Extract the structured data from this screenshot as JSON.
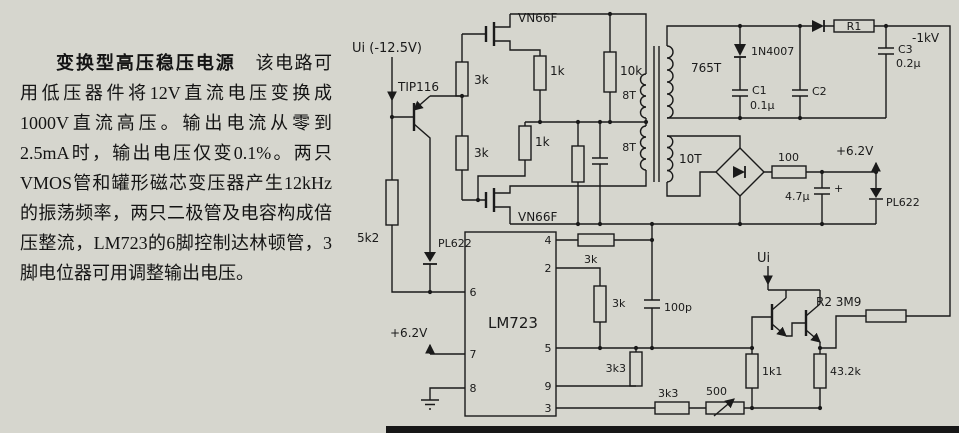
{
  "article": {
    "title": "变换型高压稳压电源",
    "body": "该电路可用低压器件将12V直流电压变换成1000V直流高压。输出电流从零到2.5mA时，输出电压仅变0.1%。两只VMOS管和罐形磁芯变压器产生12kHz的振荡频率，两只二极管及电容构成倍压整流，LM723的6脚控制达林顿管，3脚电位器可用调整输出电压。"
  },
  "circuit": {
    "power_input": "Ui (-12.5V)",
    "tip116": "TIP116",
    "r5k2": "5k2",
    "zener_left": "PL622",
    "r3k_top": "3k",
    "r3k_bot": "3k",
    "r1k_top": "1k",
    "r1k_mid": "1k",
    "r10k": "10k",
    "vn66f_top": "VN66F",
    "vn66f_bot": "VN66F",
    "w8t_top": "8T",
    "w8t_bot": "8T",
    "w765t": "765T",
    "w10t": "10T",
    "d1n4007": "1N4007",
    "r1": "R1",
    "c1": "C1",
    "c1_val": "0.1µ",
    "c2": "C2",
    "c3": "C3",
    "c3_val": "0.2µ",
    "hv_out": "-1kV",
    "r100": "100",
    "c4u7": "4.7µ",
    "c4u7_plus": "+",
    "v62_right": "+6.2V",
    "zener_right": "PL622",
    "ic": "LM723",
    "pin4": "4",
    "pin2": "2",
    "pin6": "6",
    "pin7": "7",
    "pin8": "8",
    "pin5": "5",
    "pin9": "9",
    "pin3": "3",
    "v62_left": "+6.2V",
    "r3k_fb": "3k",
    "r3k_in": "3k",
    "c100p": "100p",
    "r3k3_a": "3k3",
    "r3k3_b": "3k3",
    "pot500": "500",
    "r1k1": "1k1",
    "r43k2": "43.2k",
    "r2": "R2 3M9",
    "ui_sense": "Ui"
  }
}
